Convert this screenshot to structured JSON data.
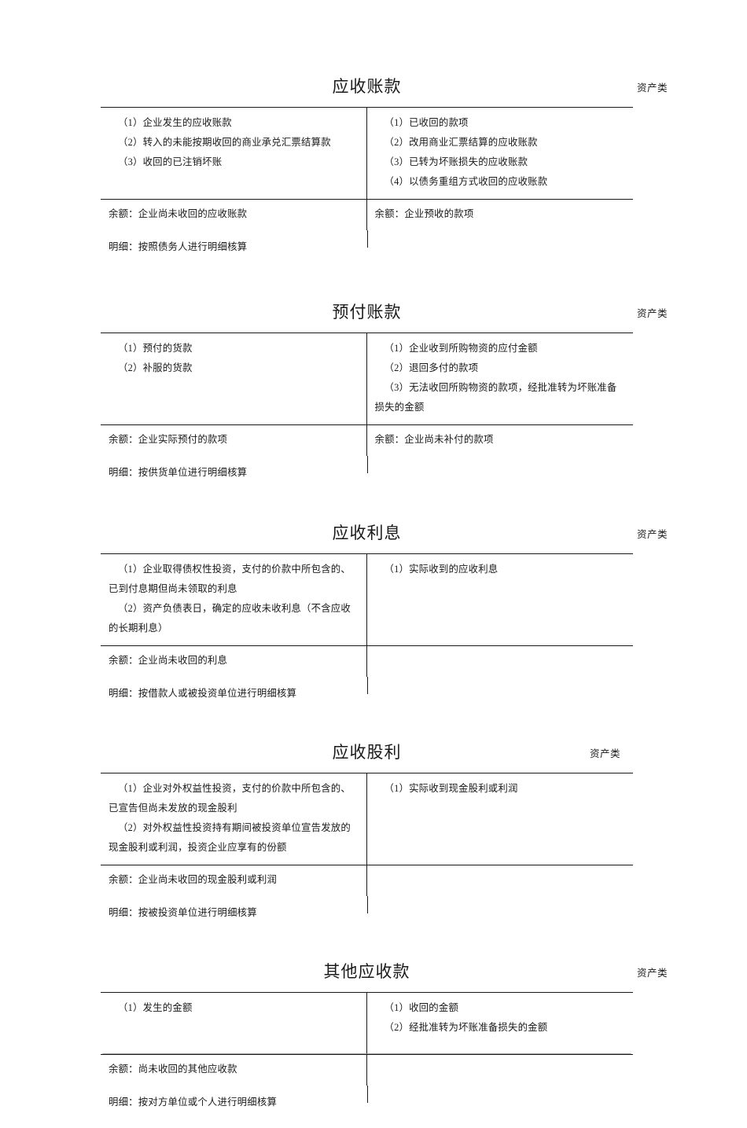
{
  "document": {
    "category_label": "资产类"
  },
  "accounts": [
    {
      "title": "应收账款",
      "category": "资产类",
      "debit_entries": [
        "（1）企业发生的应收账款",
        "（2）转入的未能按期收回的商业承兑汇票结算款",
        "（3）收回的已注销坏账"
      ],
      "credit_entries": [
        "（1）已收回的款项",
        "（2）改用商业汇票结算的应收账款",
        "（3）已转为坏账损失的应收账款",
        "（4）以债务重组方式收回的应收账款"
      ],
      "balance_debit": "余额：企业尚未收回的应收账款",
      "balance_credit": "余额：企业预收的款项",
      "detail": "明细：按照债务人进行明细核算"
    },
    {
      "title": "预付账款",
      "category": "资产类",
      "debit_entries": [
        "（1）预付的货款",
        "（2）补服的货款"
      ],
      "credit_entries": [
        "（1）企业收到所购物资的应付金额",
        "（2）退回多付的款项",
        "（3）无法收回所购物资的款项，经批准转为坏账准备损失的金额"
      ],
      "balance_debit": "余额：企业实际预付的款项",
      "balance_credit": "余额：企业尚未补付的款项",
      "detail": "明细：按供货单位进行明细核算"
    },
    {
      "title": "应收利息",
      "category": "资产类",
      "debit_entries": [
        "（1）企业取得债权性投资，支付的价款中所包含的、已到付息期但尚未领取的利息",
        "（2）资产负债表日，确定的应收未收利息（不含应收的长期利息）"
      ],
      "credit_entries": [
        "（1）实际收到的应收利息"
      ],
      "balance_debit": "余额：企业尚未收回的利息",
      "balance_credit": "",
      "detail": "明细：按借款人或被投资单位进行明细核算"
    },
    {
      "title": "应收股利",
      "category": "资产类",
      "debit_entries": [
        "（1）企业对外权益性投资，支付的价款中所包含的、已宣告但尚未发放的现金股利",
        "（2）对外权益性投资持有期间被投资单位宣告发放的现金股利或利润，投资企业应享有的份额"
      ],
      "credit_entries": [
        "（1）实际收到现金股利或利润"
      ],
      "balance_debit": "余额：企业尚未收回的现金股利或利润",
      "balance_credit": "",
      "detail": "明细：按被投资单位进行明细核算"
    },
    {
      "title": "其他应收款",
      "category": "资产类",
      "debit_entries": [
        "（1）发生的金额"
      ],
      "credit_entries": [
        "（1）收回的金额",
        "（2）经批准转为坏账准备损失的金额"
      ],
      "balance_debit": "余额：尚未收回的其他应收款",
      "balance_credit": "",
      "detail": "明细：按对方单位或个人进行明细核算"
    }
  ]
}
